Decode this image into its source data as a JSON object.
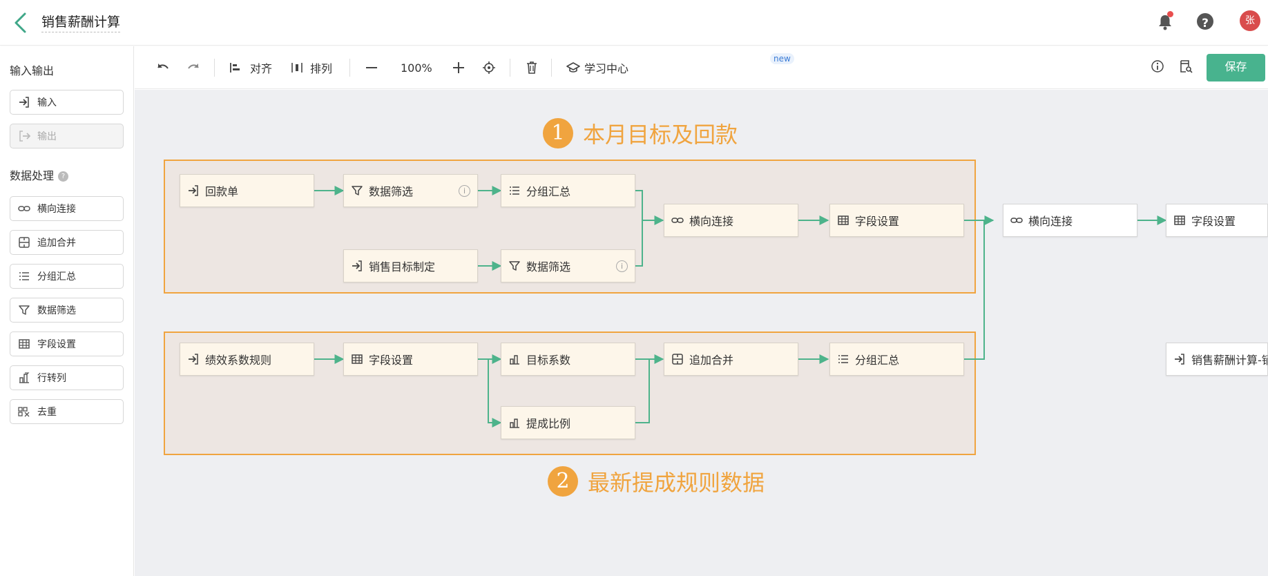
{
  "header": {
    "title": "销售薪酬计算",
    "avatar_text": "张"
  },
  "sidebar": {
    "section_io": "输入输出",
    "io_items": [
      {
        "label": "输入"
      },
      {
        "label": "输出"
      }
    ],
    "section_processing": "数据处理",
    "processing_items": [
      {
        "label": "横向连接"
      },
      {
        "label": "追加合并"
      },
      {
        "label": "分组汇总"
      },
      {
        "label": "数据筛选"
      },
      {
        "label": "字段设置"
      },
      {
        "label": "行转列"
      },
      {
        "label": "去重"
      }
    ]
  },
  "toolbar": {
    "align": "对齐",
    "arrange": "排列",
    "zoom": "100%",
    "learning_center": "学习中心",
    "new_badge": "new",
    "save": "保存"
  },
  "canvas": {
    "group1": {
      "num": "1",
      "title": "本月目标及回款"
    },
    "group2": {
      "num": "2",
      "title": "最新提成规则数据"
    },
    "nodes": {
      "n1": "回款单",
      "n2": "数据筛选",
      "n3": "分组汇总",
      "n4": "销售目标制定",
      "n5": "数据筛选",
      "n6": "横向连接",
      "n7": "字段设置",
      "n8": "横向连接",
      "n9": "字段设置",
      "m1": "绩效系数规则",
      "m2": "字段设置",
      "m3": "目标系数",
      "m4": "提成比例",
      "m5": "追加合并",
      "m6": "分组汇总",
      "out": "销售薪酬计算-销"
    },
    "edge_color": "#4db38b",
    "group_border_color": "#f0a43f"
  }
}
